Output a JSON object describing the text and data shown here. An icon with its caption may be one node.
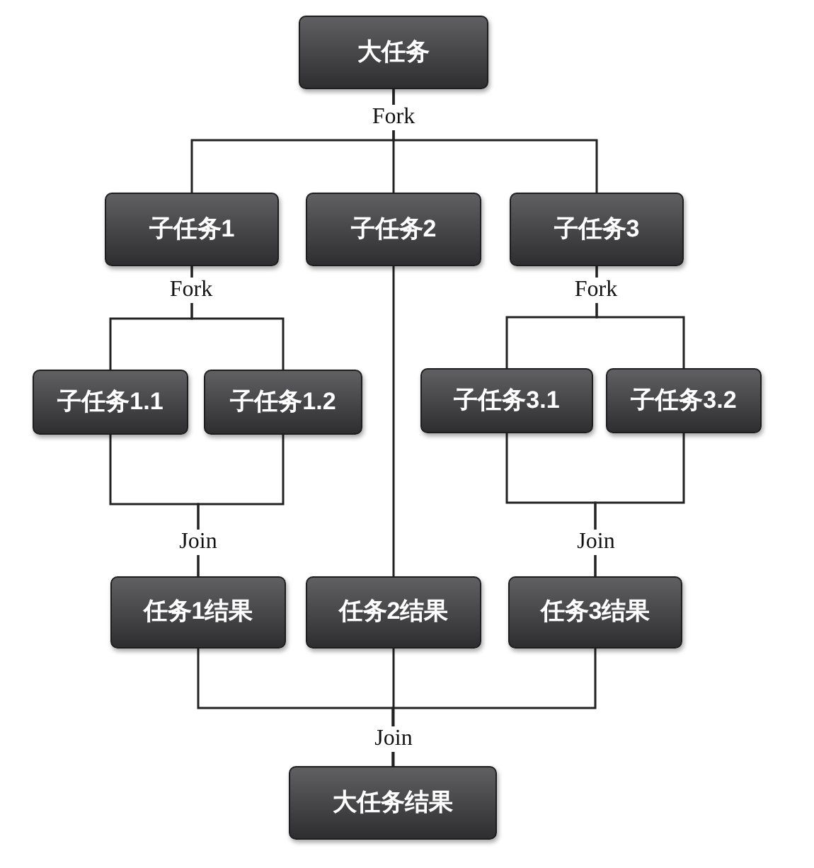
{
  "diagram": {
    "nodes": [
      {
        "text": [
          "大任务"
        ]
      },
      {
        "text": [
          "子任务1"
        ]
      },
      {
        "text": [
          "子任务2"
        ]
      },
      {
        "text": [
          "子任务3"
        ]
      },
      {
        "text": [
          "子任务1.1"
        ]
      },
      {
        "text": [
          "子任务1.2"
        ]
      },
      {
        "text": [
          "子任务3.1"
        ]
      },
      {
        "text": [
          "子任务3.2"
        ]
      },
      {
        "text": [
          "任务1结果"
        ]
      },
      {
        "text": [
          "任务2结果"
        ]
      },
      {
        "text": [
          "任务3结果"
        ]
      },
      {
        "text": [
          "大任务结果"
        ]
      }
    ],
    "edges": [
      {
        "from": 0,
        "to": 1,
        "arrow": "none"
      },
      {
        "from": 0,
        "to": 2,
        "arrow": "none",
        "label": "Fork"
      },
      {
        "from": 0,
        "to": 3,
        "arrow": "none"
      },
      {
        "from": 1,
        "to": 4,
        "arrow": "none",
        "label": "Fork"
      },
      {
        "from": 1,
        "to": 5,
        "arrow": "none"
      },
      {
        "from": 3,
        "to": 6,
        "arrow": "none",
        "label": "Fork"
      },
      {
        "from": 3,
        "to": 7,
        "arrow": "none"
      },
      {
        "from": 2,
        "to": 9,
        "arrow": "none"
      },
      {
        "from": 4,
        "to": 8,
        "arrow": "none",
        "label": "Join"
      },
      {
        "from": 5,
        "to": 8,
        "arrow": "none"
      },
      {
        "from": 6,
        "to": 10,
        "arrow": "none",
        "label": "Join"
      },
      {
        "from": 7,
        "to": 10,
        "arrow": "none"
      },
      {
        "from": 8,
        "to": 11,
        "arrow": "none"
      },
      {
        "from": 9,
        "to": 11,
        "arrow": "none",
        "label": "Join"
      },
      {
        "from": 10,
        "to": 11,
        "arrow": "none"
      }
    ]
  }
}
